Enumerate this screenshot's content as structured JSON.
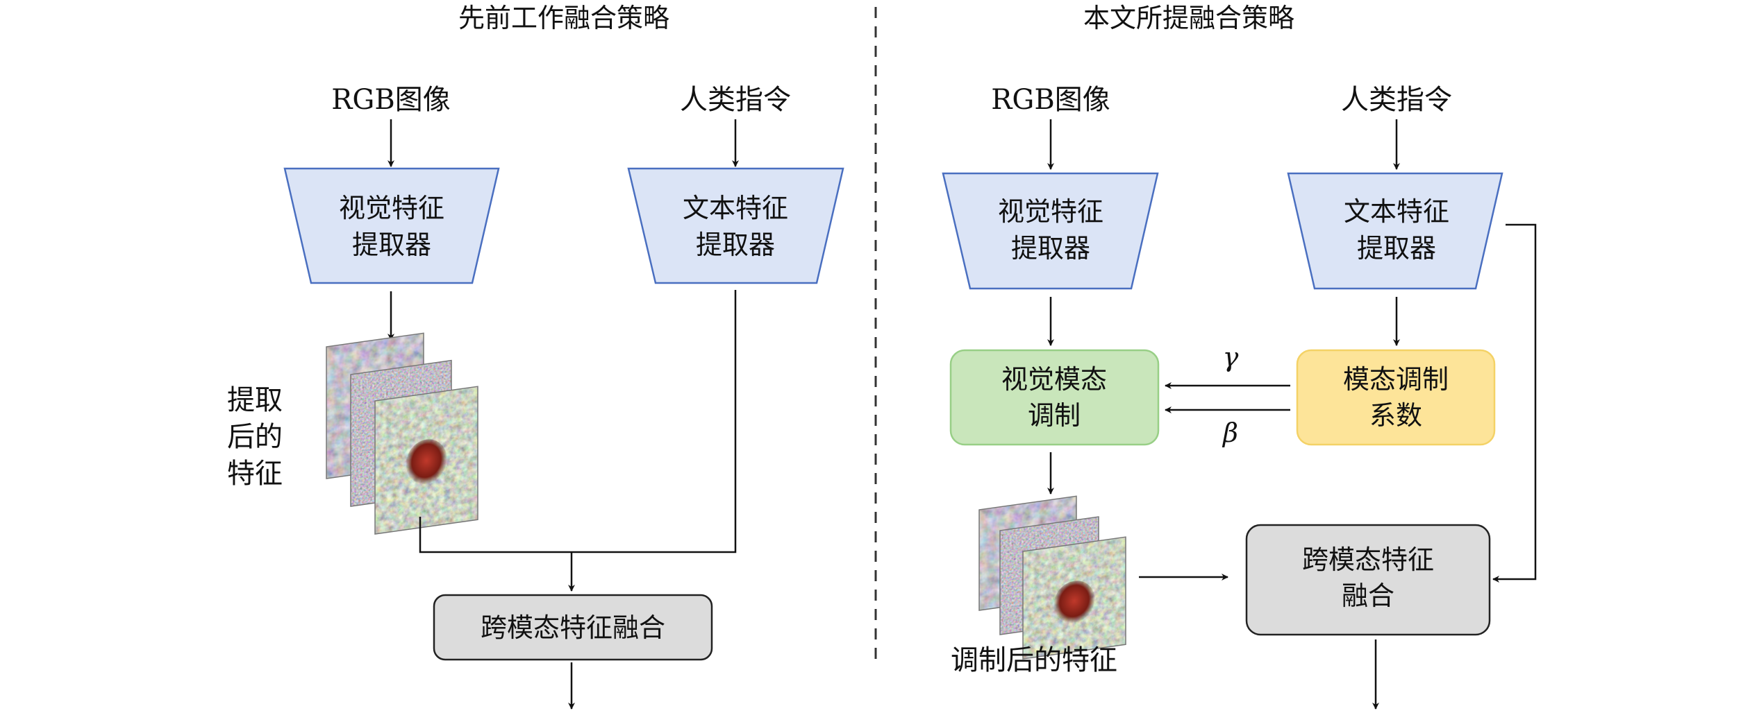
{
  "left_panel": {
    "title": "先前工作融合策略",
    "input_image": "RGB图像",
    "input_text": "人类指令",
    "visual_encoder": [
      "视觉特征",
      "提取器"
    ],
    "text_encoder": [
      "文本特征",
      "提取器"
    ],
    "features_label": [
      "提取",
      "后的",
      "特征"
    ],
    "fusion": "跨模态特征融合"
  },
  "right_panel": {
    "title": "本文所提融合策略",
    "input_image": "RGB图像",
    "input_text": "人类指令",
    "visual_encoder": [
      "视觉特征",
      "提取器"
    ],
    "text_encoder": [
      "文本特征",
      "提取器"
    ],
    "modulation": [
      "视觉模态",
      "调制"
    ],
    "coefficients": [
      "模态调制",
      "系数"
    ],
    "gamma": "γ",
    "beta": "β",
    "features_label": "调制后的特征",
    "fusion": [
      "跨模态特征",
      "融合"
    ]
  },
  "colors": {
    "encoder_fill": "#dbe4f6",
    "encoder_stroke": "#4a6fc0",
    "modulation_fill": "#c9e6bb",
    "modulation_stroke": "#98cf86",
    "coeff_fill": "#fde499",
    "coeff_stroke": "#f4d266",
    "fusion_fill": "#dcdcdc",
    "fusion_stroke": "#222222",
    "arrow": "#111111",
    "divider": "#333333"
  }
}
